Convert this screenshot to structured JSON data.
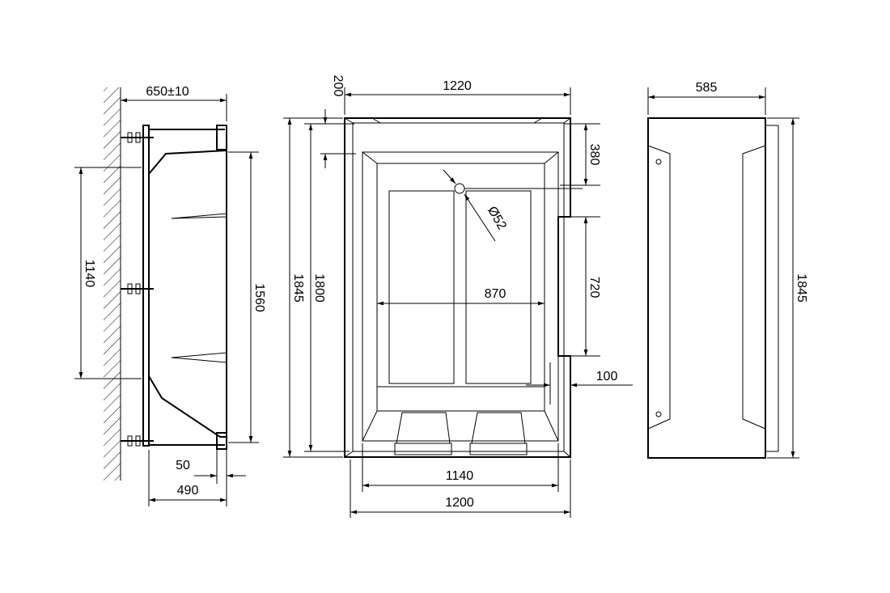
{
  "colors": {
    "line": "#000000",
    "background": "#ffffff"
  },
  "side_view": {
    "dims": {
      "width_top": "650±10",
      "bracket_span": "1140",
      "height": "1560",
      "offset_bottom": "50",
      "depth_bottom": "490"
    }
  },
  "top_view": {
    "dims": {
      "width_top": "1220",
      "rim_top": "200",
      "length_outer": "1845",
      "length_inner": "1800",
      "offset_right_top": "380",
      "panel_length": "720",
      "inner_width": "870",
      "drain_dia": "Ø52",
      "offset_right_bottom": "100",
      "bottom_inner": "1140",
      "bottom_outer": "1200"
    }
  },
  "front_view": {
    "dims": {
      "width": "585",
      "height": "1845"
    }
  }
}
